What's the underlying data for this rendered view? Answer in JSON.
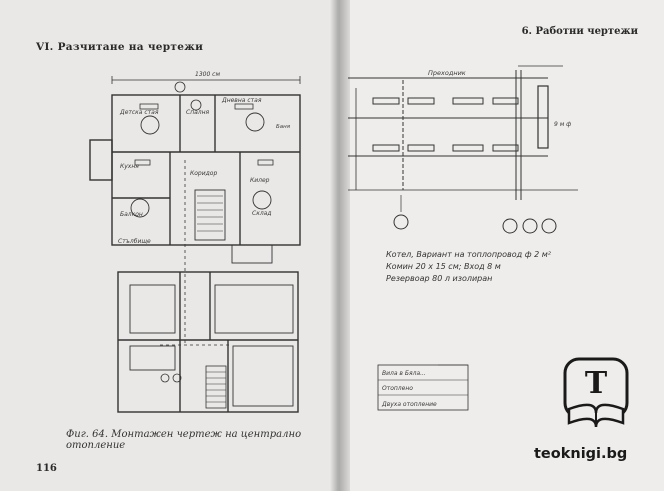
{
  "left_page": {
    "header": "VI. Разчитане на чертежи",
    "page_number": "116",
    "caption": "Фиг. 64. Монтажен чертеж на централно отопление",
    "top_dimension": "1300 см",
    "rooms": {
      "childrens": "Детска стая",
      "bedroom": "Спалня",
      "bathroom": "Баня",
      "living": "Дневна стая",
      "kitchen": "Кухня",
      "corridor": "Коридор",
      "pantry": "Килер",
      "stair": "Стълбищe",
      "balcony": "Балкон",
      "storage": "Склад"
    }
  },
  "right_page": {
    "header": "6. Работни чертежи",
    "label_top": "Преходник",
    "label_right": "9 м ф",
    "notes": [
      "Котел, Вариант на топлопровод ф 2 м²",
      "Комин 20 х 15 см; Вход 8 м",
      "Резервоар 80 л изолиран"
    ],
    "title_block": [
      "Вила в Бяла...",
      "Отоплено",
      "Двуха отопление"
    ]
  },
  "watermark": {
    "site": "teoknigi.bg",
    "logo_letter": "T"
  }
}
